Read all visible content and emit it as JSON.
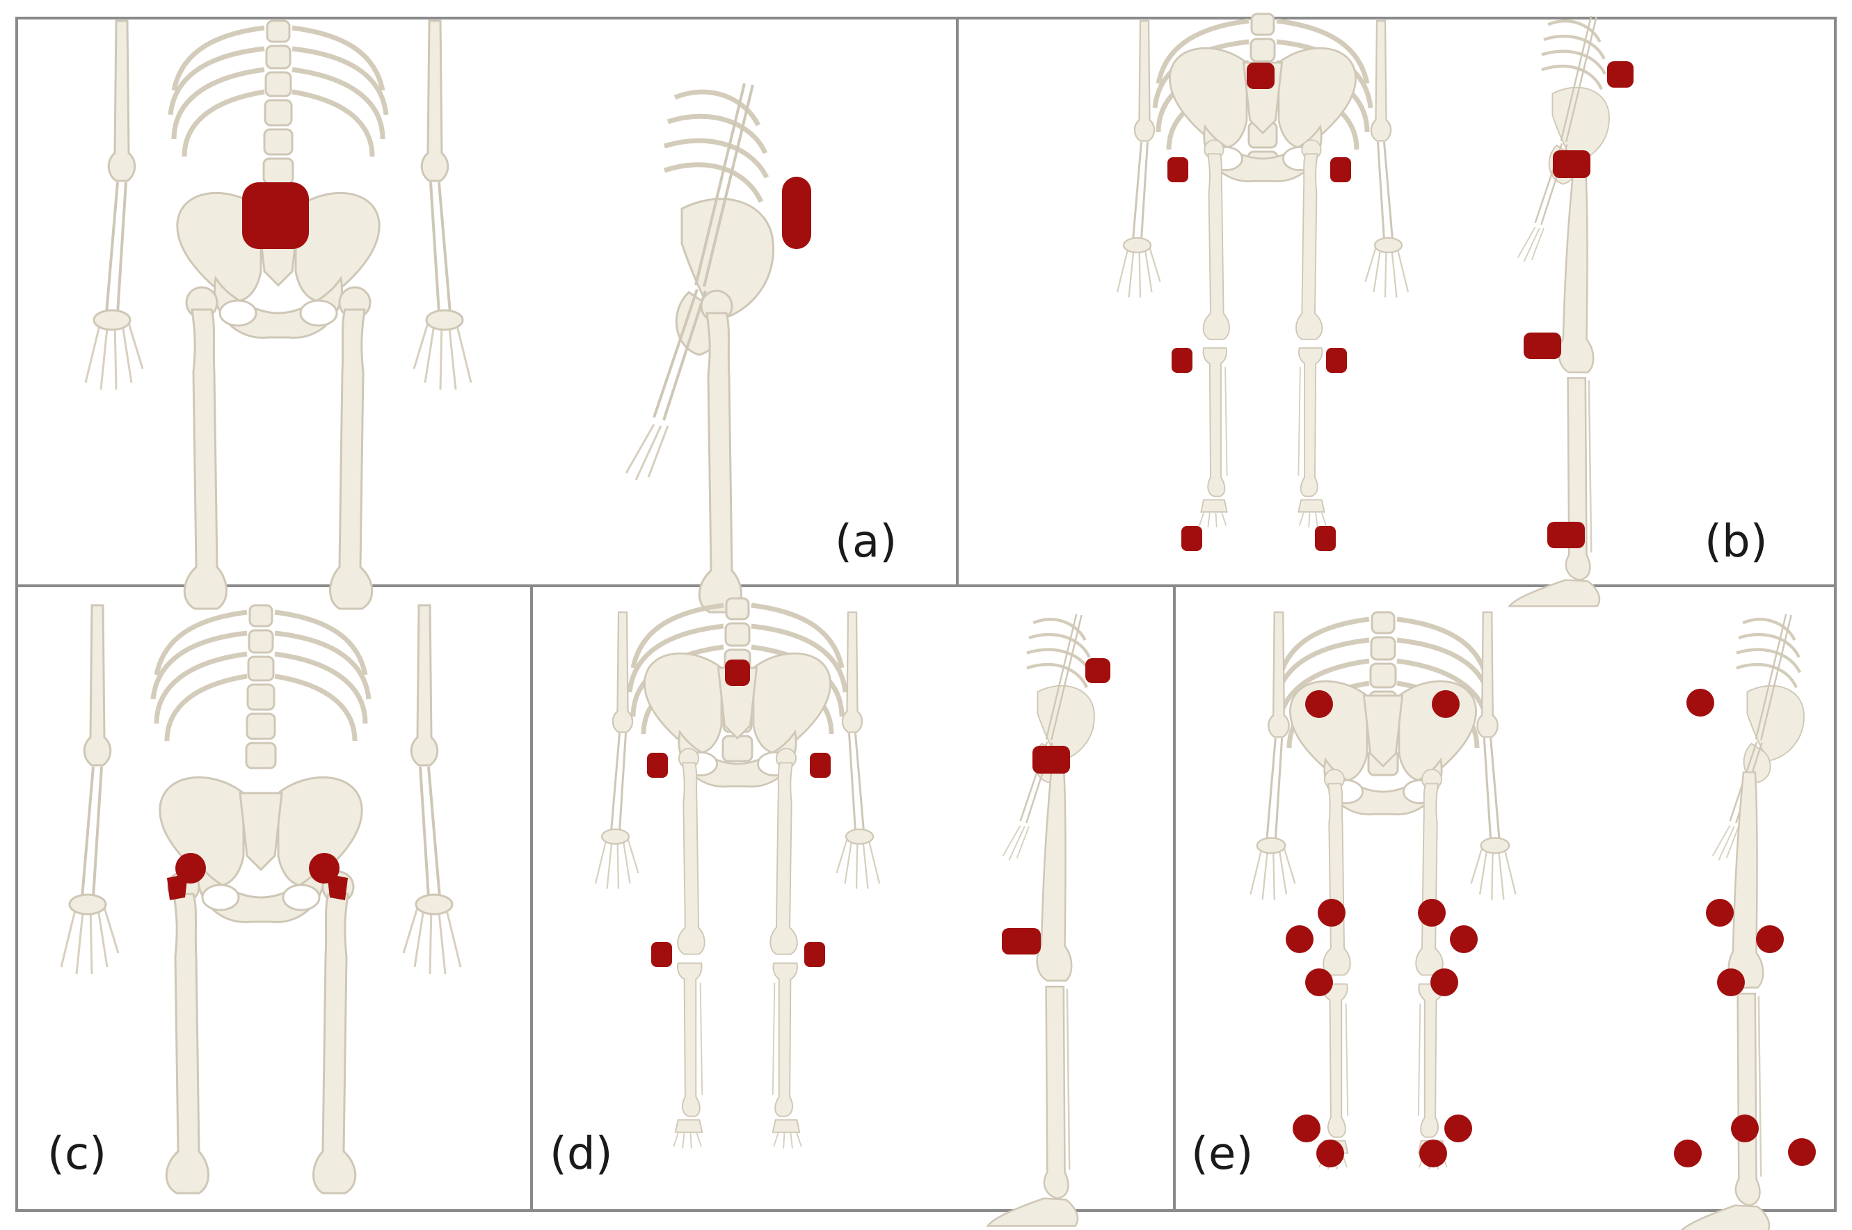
{
  "panels": [
    {
      "id": "a",
      "label": "(a)"
    },
    {
      "id": "b",
      "label": "(b)"
    },
    {
      "id": "c",
      "label": "(c)"
    },
    {
      "id": "d",
      "label": "(d)"
    },
    {
      "id": "e",
      "label": "(e)"
    }
  ],
  "colors": {
    "marker": "#a20e0e",
    "bone": "#f1ece0",
    "frame": "#8a8a8a"
  }
}
